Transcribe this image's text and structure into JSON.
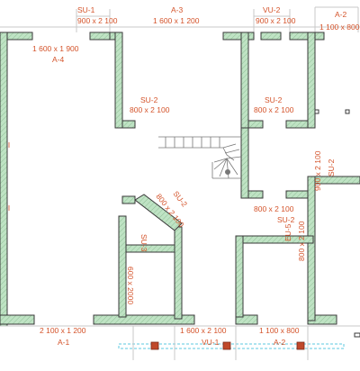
{
  "palette": {
    "wall_fill": "#bfe3c4",
    "wall_stroke": "#3a3a3a",
    "annotation": "#d4532a",
    "window_line": "#c9c9c9",
    "glass": "#5ec8e0",
    "column": "#c0492b",
    "stair_line": "#777777"
  },
  "labels": {
    "su1": "SU-1",
    "dim_900x2100_top_left": "900 x 2 100",
    "a3": "A-3",
    "dim_1600x1200": "1 600 x 1 200",
    "vu2_top": "VU-2",
    "dim_900x2100_top_right": "900 x 2 100",
    "a2_top": "A-2",
    "dim_1100x800_top": "1 100 x 800",
    "dim_1600x1900": "1 600 x 1 900",
    "a4": "A-4",
    "su2_left": "SU-2",
    "dim_800x2100_left": "800 x 2 100",
    "su2_right": "SU-2",
    "dim_800x2100_right": "800 x 2 100",
    "dim_900x2100_vertical_right": "900 x 2 100",
    "su2_vertical_right": "SU-2",
    "su2_diagonal": "SU-2",
    "dim_800x2100_diagonal": "800 x 2 100",
    "dim_800x2100_lower": "800 x 2 100",
    "su2_lower": "SU-2",
    "eu5": "EU-5",
    "dim_800x2100_vertical_lower": "800 x 2 100",
    "su3": "SU-3",
    "dim_600x2000": "600 x 2000",
    "dim_2100x1200": "2 100 x 1 200",
    "a1": "A-1",
    "dim_1600x2100_bottom": "1 600 x 2 100",
    "vu1": "VU-1",
    "dim_1100x800_bottom": "1 100 x 800",
    "a2_bottom": "A-2"
  }
}
